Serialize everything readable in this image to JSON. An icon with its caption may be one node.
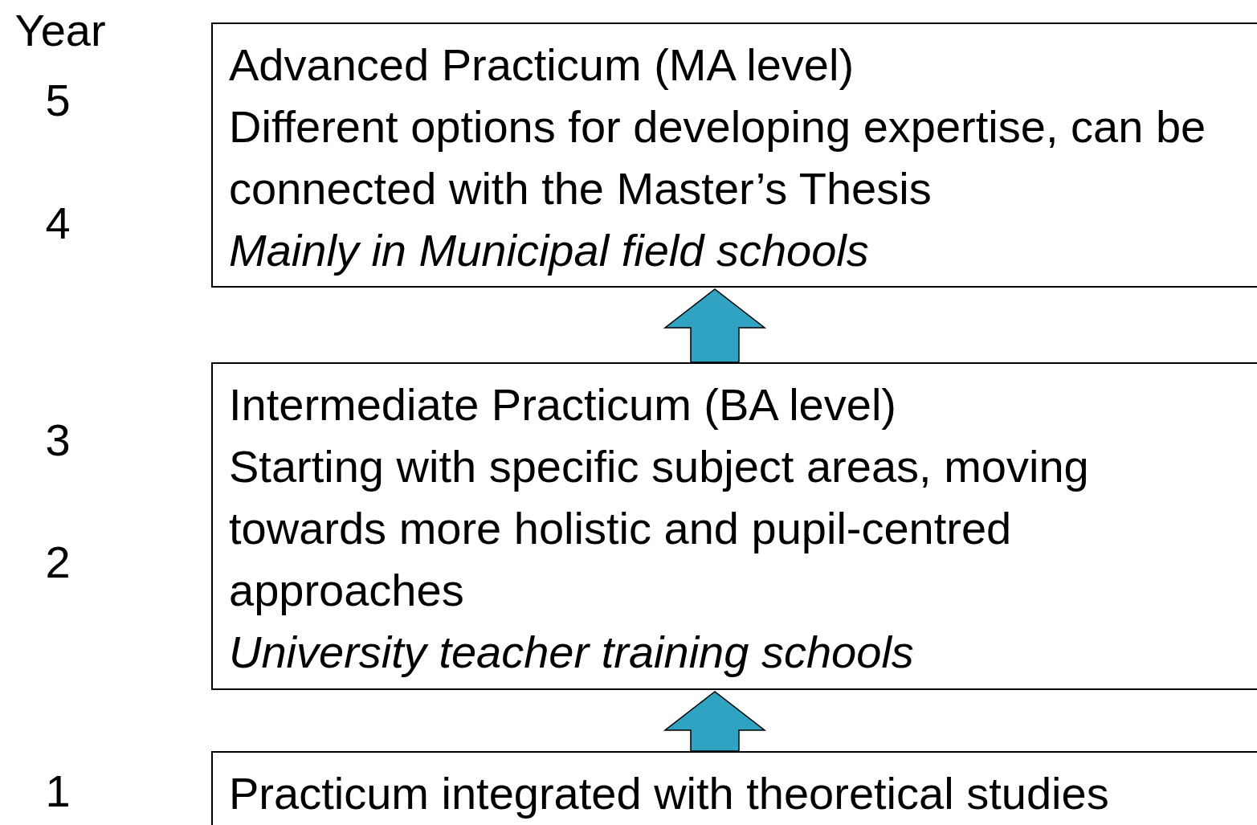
{
  "diagram": {
    "nodes": [
      {
        "text": [
          "Advanced Practicum (MA level)",
          "Different options for developing expertise, can be connected with the Master’s Thesis",
          "Mainly in Municipal field schools"
        ]
      },
      {
        "text": [
          "Intermediate Practicum (BA level)",
          "Starting with specific subject areas, moving towards more holistic and pupil-centred approaches",
          "University teacher training schools"
        ]
      },
      {
        "text": [
          "Practicum integrated with theoretical studies"
        ]
      }
    ],
    "edges": [
      {
        "from": 2,
        "to": 1,
        "arrow": "to",
        "style": "thick"
      },
      {
        "from": 1,
        "to": 0,
        "arrow": "to",
        "style": "thick"
      }
    ],
    "labels": [
      "Year",
      "5",
      "4",
      "3",
      "2",
      "1"
    ]
  }
}
